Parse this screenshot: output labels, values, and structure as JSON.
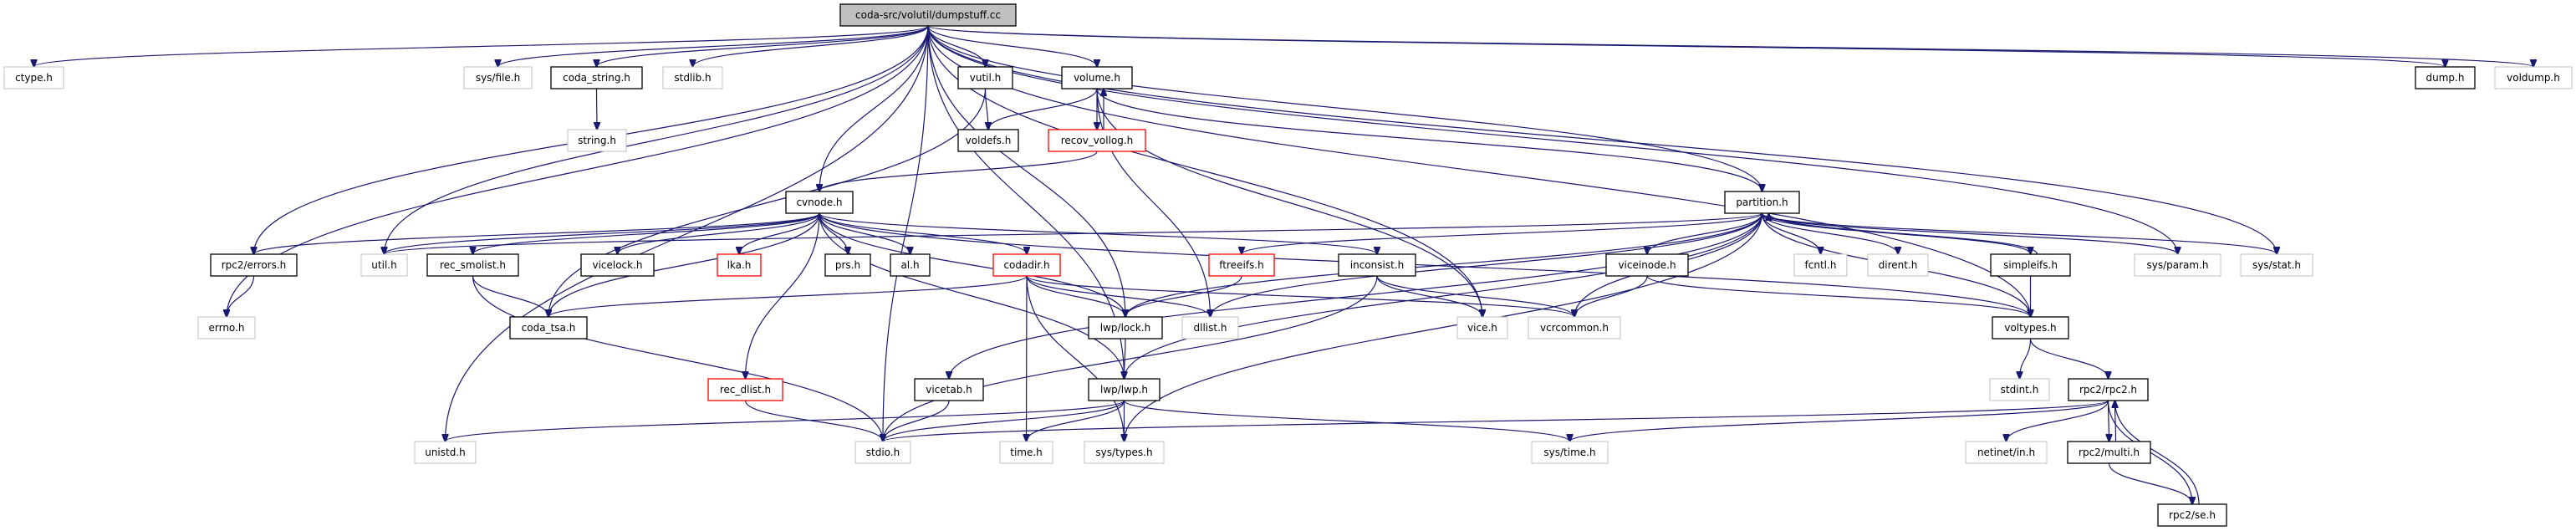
{
  "title": "coda-src/volutil/dumpstuff.cc",
  "colors": {
    "edge": "#191970",
    "root_fill": "#bfbfbf",
    "root_border": "#000000",
    "documented_border": "#000000",
    "undocumented_border": "#bfbfbf",
    "truncated_border": "#ff0000",
    "fill": "#ffffff"
  },
  "nodes": [
    {
      "id": "root",
      "label": "coda-src/volutil/dumpstuff.cc",
      "style": "root"
    },
    {
      "id": "ctype",
      "label": "ctype.h",
      "style": "external"
    },
    {
      "id": "sysfile",
      "label": "sys/file.h",
      "style": "external"
    },
    {
      "id": "coda_string",
      "label": "coda_string.h",
      "style": "documented"
    },
    {
      "id": "stdlib",
      "label": "stdlib.h",
      "style": "external"
    },
    {
      "id": "string",
      "label": "string.h",
      "style": "external"
    },
    {
      "id": "vutil",
      "label": "vutil.h",
      "style": "documented"
    },
    {
      "id": "volume",
      "label": "volume.h",
      "style": "documented"
    },
    {
      "id": "voldefs",
      "label": "voldefs.h",
      "style": "documented"
    },
    {
      "id": "recov_vollog",
      "label": "recov_vollog.h",
      "style": "truncated"
    },
    {
      "id": "dump",
      "label": "dump.h",
      "style": "documented"
    },
    {
      "id": "voldump",
      "label": "voldump.h",
      "style": "external"
    },
    {
      "id": "cvnode",
      "label": "cvnode.h",
      "style": "documented"
    },
    {
      "id": "partition",
      "label": "partition.h",
      "style": "documented"
    },
    {
      "id": "rpc2errors",
      "label": "rpc2/errors.h",
      "style": "documented"
    },
    {
      "id": "util",
      "label": "util.h",
      "style": "external"
    },
    {
      "id": "rec_smolist",
      "label": "rec_smolist.h",
      "style": "documented"
    },
    {
      "id": "vicelock",
      "label": "vicelock.h",
      "style": "documented"
    },
    {
      "id": "lka",
      "label": "lka.h",
      "style": "truncated"
    },
    {
      "id": "prs",
      "label": "prs.h",
      "style": "documented"
    },
    {
      "id": "al",
      "label": "al.h",
      "style": "documented"
    },
    {
      "id": "codadir",
      "label": "codadir.h",
      "style": "truncated"
    },
    {
      "id": "ftreeifs",
      "label": "ftreeifs.h",
      "style": "truncated"
    },
    {
      "id": "inconsist",
      "label": "inconsist.h",
      "style": "documented"
    },
    {
      "id": "viceinode",
      "label": "viceinode.h",
      "style": "documented"
    },
    {
      "id": "fcntl",
      "label": "fcntl.h",
      "style": "external"
    },
    {
      "id": "dirent",
      "label": "dirent.h",
      "style": "external"
    },
    {
      "id": "simpleifs",
      "label": "simpleifs.h",
      "style": "documented"
    },
    {
      "id": "sysparam",
      "label": "sys/param.h",
      "style": "external"
    },
    {
      "id": "sysstat",
      "label": "sys/stat.h",
      "style": "external"
    },
    {
      "id": "errno",
      "label": "errno.h",
      "style": "external"
    },
    {
      "id": "coda_tsa",
      "label": "coda_tsa.h",
      "style": "documented"
    },
    {
      "id": "lwplock",
      "label": "lwp/lock.h",
      "style": "documented"
    },
    {
      "id": "dllist",
      "label": "dllist.h",
      "style": "external"
    },
    {
      "id": "vice",
      "label": "vice.h",
      "style": "external"
    },
    {
      "id": "vcrcommon",
      "label": "vcrcommon.h",
      "style": "external"
    },
    {
      "id": "voltypes",
      "label": "voltypes.h",
      "style": "documented"
    },
    {
      "id": "rec_dlist",
      "label": "rec_dlist.h",
      "style": "truncated"
    },
    {
      "id": "vicetab",
      "label": "vicetab.h",
      "style": "documented"
    },
    {
      "id": "lwplwp",
      "label": "lwp/lwp.h",
      "style": "documented"
    },
    {
      "id": "stdint",
      "label": "stdint.h",
      "style": "external"
    },
    {
      "id": "rpc2rpc2",
      "label": "rpc2/rpc2.h",
      "style": "documented"
    },
    {
      "id": "unistd",
      "label": "unistd.h",
      "style": "external"
    },
    {
      "id": "stdio",
      "label": "stdio.h",
      "style": "external"
    },
    {
      "id": "time",
      "label": "time.h",
      "style": "external"
    },
    {
      "id": "systypes",
      "label": "sys/types.h",
      "style": "external"
    },
    {
      "id": "systime",
      "label": "sys/time.h",
      "style": "external"
    },
    {
      "id": "netinetin",
      "label": "netinet/in.h",
      "style": "external"
    },
    {
      "id": "rpc2multi",
      "label": "rpc2/multi.h",
      "style": "documented"
    },
    {
      "id": "rpc2se",
      "label": "rpc2/se.h",
      "style": "documented"
    }
  ],
  "edges": [
    [
      "root",
      "ctype"
    ],
    [
      "root",
      "sysfile"
    ],
    [
      "root",
      "coda_string"
    ],
    [
      "root",
      "stdlib"
    ],
    [
      "root",
      "vutil"
    ],
    [
      "root",
      "volume"
    ],
    [
      "root",
      "dump"
    ],
    [
      "root",
      "voldump"
    ],
    [
      "root",
      "cvnode"
    ],
    [
      "root",
      "partition"
    ],
    [
      "root",
      "rpc2errors"
    ],
    [
      "root",
      "util"
    ],
    [
      "root",
      "errno"
    ],
    [
      "root",
      "unistd"
    ],
    [
      "root",
      "stdio"
    ],
    [
      "root",
      "lwplock"
    ],
    [
      "root",
      "vice"
    ],
    [
      "root",
      "sysparam"
    ],
    [
      "root",
      "sysstat"
    ],
    [
      "root",
      "voltypes"
    ],
    [
      "root",
      "lwplwp"
    ],
    [
      "coda_string",
      "string"
    ],
    [
      "vutil",
      "voldefs"
    ],
    [
      "vutil",
      "coda_tsa"
    ],
    [
      "volume",
      "voldefs"
    ],
    [
      "volume",
      "recov_vollog"
    ],
    [
      "volume",
      "partition"
    ],
    [
      "volume",
      "dllist"
    ],
    [
      "volume",
      "vice"
    ],
    [
      "recov_vollog",
      "volume"
    ],
    [
      "recov_vollog",
      "cvnode"
    ],
    [
      "cvnode",
      "rpc2errors"
    ],
    [
      "cvnode",
      "util"
    ],
    [
      "cvnode",
      "rec_smolist"
    ],
    [
      "cvnode",
      "vicelock"
    ],
    [
      "cvnode",
      "lka"
    ],
    [
      "cvnode",
      "prs"
    ],
    [
      "cvnode",
      "al"
    ],
    [
      "cvnode",
      "codadir"
    ],
    [
      "cvnode",
      "inconsist"
    ],
    [
      "cvnode",
      "coda_tsa"
    ],
    [
      "cvnode",
      "lwplock"
    ],
    [
      "cvnode",
      "rec_dlist"
    ],
    [
      "cvnode",
      "voltypes"
    ],
    [
      "cvnode",
      "lwplwp"
    ],
    [
      "rpc2errors",
      "errno"
    ],
    [
      "rec_smolist",
      "coda_tsa"
    ],
    [
      "rec_smolist",
      "stdio"
    ],
    [
      "codadir",
      "coda_tsa"
    ],
    [
      "codadir",
      "lwplock"
    ],
    [
      "codadir",
      "dllist"
    ],
    [
      "codadir",
      "vcrcommon"
    ],
    [
      "codadir",
      "time"
    ],
    [
      "codadir",
      "systypes"
    ],
    [
      "ftreeifs",
      "lwplock"
    ],
    [
      "inconsist",
      "vice"
    ],
    [
      "inconsist",
      "vcrcommon"
    ],
    [
      "inconsist",
      "stdio"
    ],
    [
      "partition",
      "ftreeifs"
    ],
    [
      "partition",
      "lwplock"
    ],
    [
      "partition",
      "dllist"
    ],
    [
      "partition",
      "viceinode"
    ],
    [
      "partition",
      "fcntl"
    ],
    [
      "partition",
      "dirent"
    ],
    [
      "partition",
      "simpleifs"
    ],
    [
      "partition",
      "sysparam"
    ],
    [
      "partition",
      "sysstat"
    ],
    [
      "partition",
      "voltypes"
    ],
    [
      "partition",
      "vcrcommon"
    ],
    [
      "partition",
      "vicetab"
    ],
    [
      "partition",
      "lwplwp"
    ],
    [
      "partition",
      "systypes"
    ],
    [
      "partition",
      "util"
    ],
    [
      "simpleifs",
      "partition"
    ],
    [
      "simpleifs",
      "voltypes"
    ],
    [
      "viceinode",
      "vcrcommon"
    ],
    [
      "viceinode",
      "voltypes"
    ],
    [
      "lwplock",
      "lwplwp"
    ],
    [
      "voltypes",
      "stdint"
    ],
    [
      "voltypes",
      "rpc2rpc2"
    ],
    [
      "rec_dlist",
      "stdio"
    ],
    [
      "vicetab",
      "stdio"
    ],
    [
      "lwplwp",
      "unistd"
    ],
    [
      "lwplwp",
      "stdio"
    ],
    [
      "lwplwp",
      "time"
    ],
    [
      "lwplwp",
      "systypes"
    ],
    [
      "lwplwp",
      "systime"
    ],
    [
      "rpc2rpc2",
      "stdio"
    ],
    [
      "rpc2rpc2",
      "systime"
    ],
    [
      "rpc2rpc2",
      "netinetin"
    ],
    [
      "rpc2rpc2",
      "rpc2multi"
    ],
    [
      "rpc2rpc2",
      "rpc2se"
    ],
    [
      "rpc2multi",
      "rpc2rpc2"
    ],
    [
      "rpc2multi",
      "rpc2se"
    ],
    [
      "rpc2se",
      "rpc2rpc2"
    ]
  ]
}
